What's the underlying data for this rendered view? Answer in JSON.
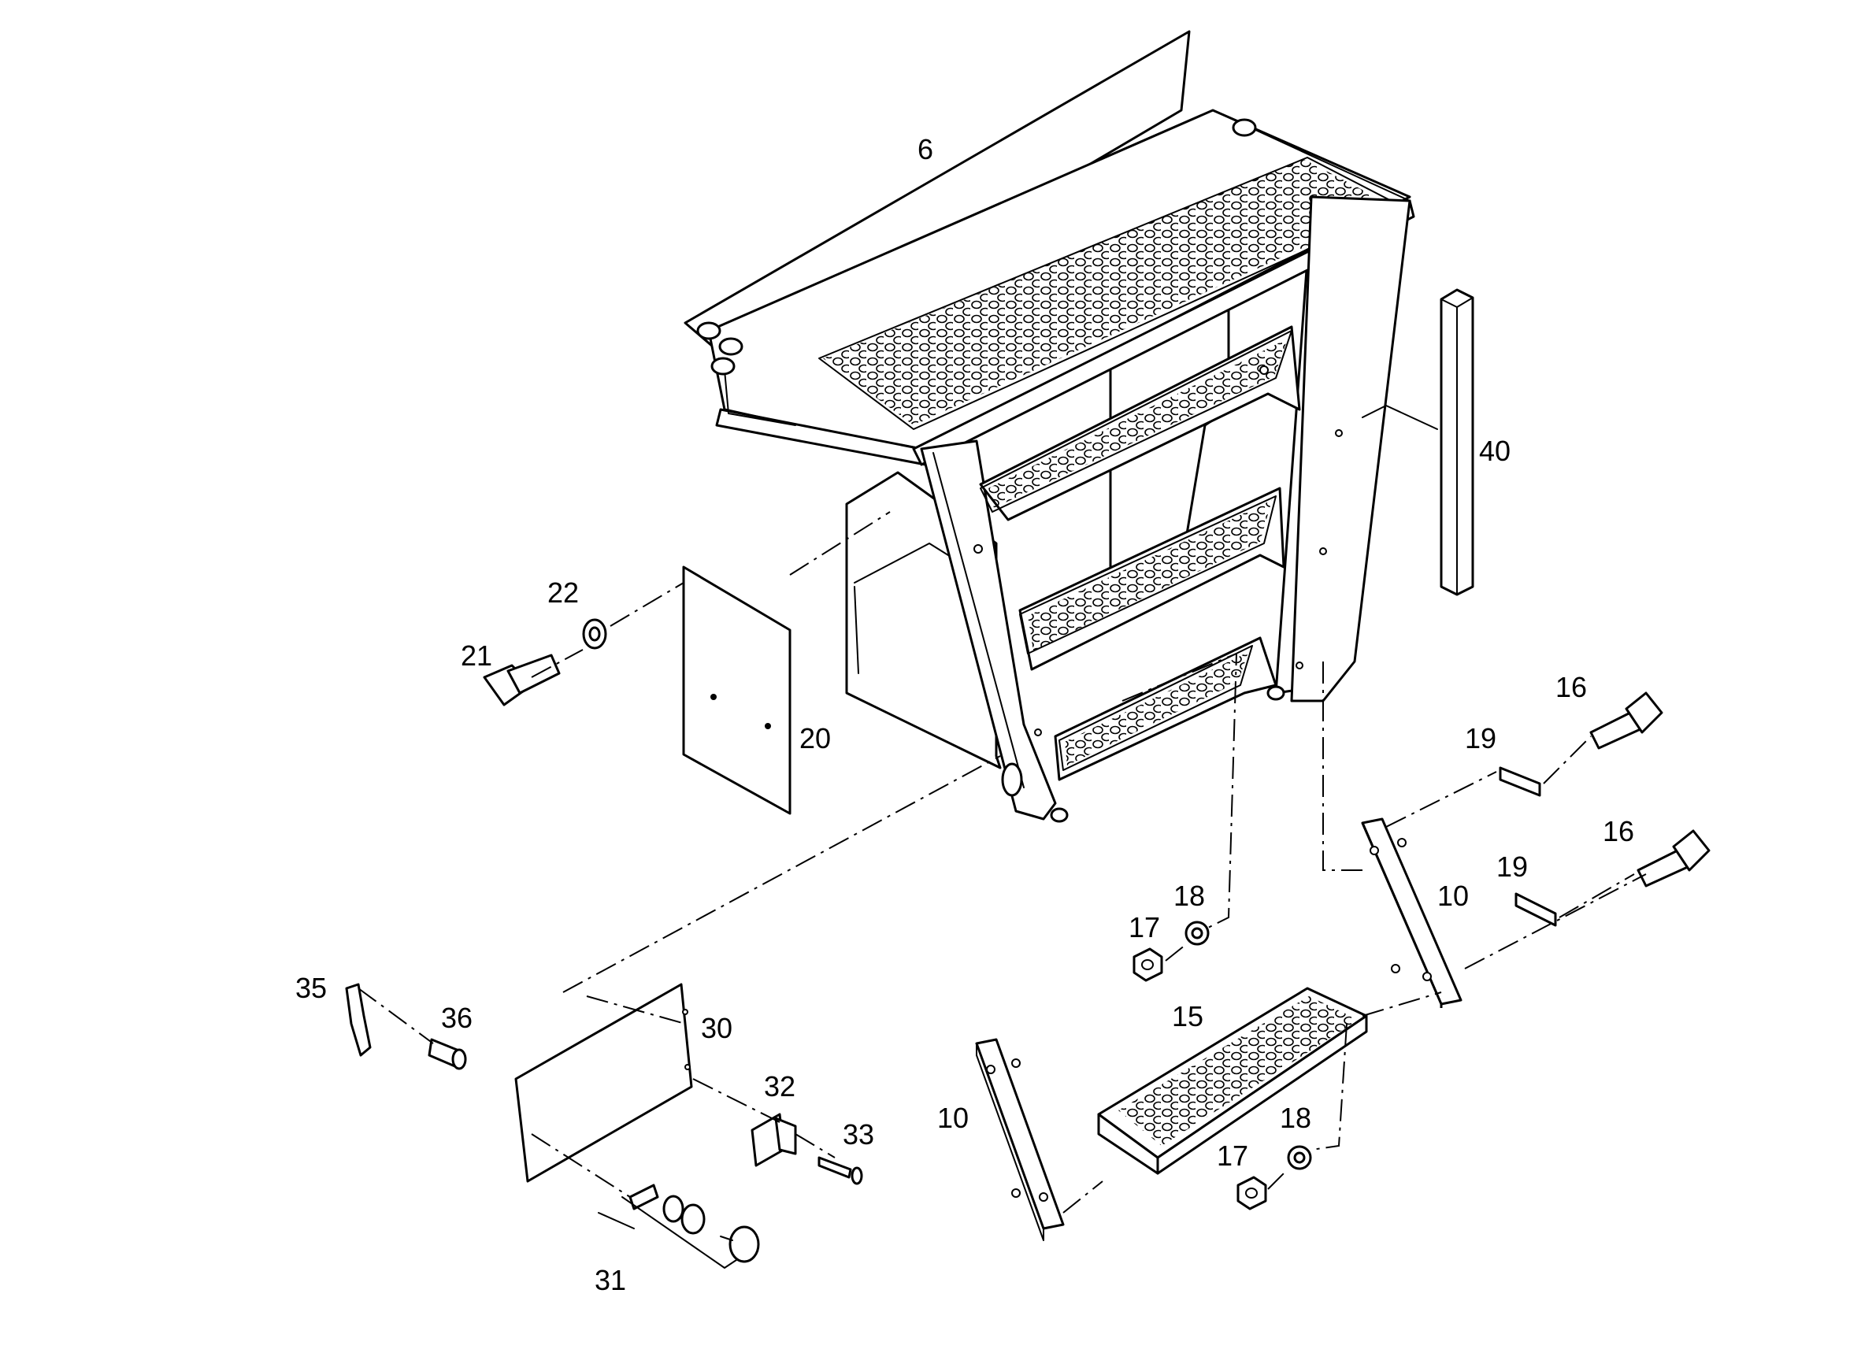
{
  "diagram": {
    "callouts": {
      "p6": "6",
      "p40": "40",
      "p22": "22",
      "p21": "21",
      "p20": "20",
      "p16a": "16",
      "p19a": "19",
      "p16b": "16",
      "p19b": "19",
      "p10a": "10",
      "p18a": "18",
      "p17a": "17",
      "p35": "35",
      "p36": "36",
      "p30": "30",
      "p15": "15",
      "p32": "32",
      "p33": "33",
      "p10b": "10",
      "p18b": "18",
      "p17b": "17",
      "p31": "31"
    }
  }
}
